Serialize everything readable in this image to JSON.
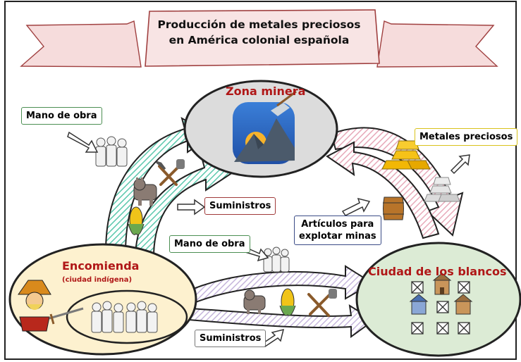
{
  "title": {
    "line1": "Producción de metales preciosos",
    "line2": "en América colonial española"
  },
  "nodes": {
    "zona_minera": "Zona minera",
    "encomienda": "Encomienda",
    "encomienda_sub": "(ciudad indígena)",
    "ciudad": "Ciudad de los blancos"
  },
  "labels": {
    "mano_obra_top": "Mano de obra",
    "mano_obra_mid": "Mano de obra",
    "suministros_top": "Suministros",
    "suministros_bottom": "Suministros",
    "metales": "Metales preciosos",
    "articulos_line1": "Artículos para",
    "articulos_line2": "explotar minas"
  },
  "colors": {
    "zona_fill": "#dcdcdc",
    "encomienda_fill": "#fdf1cf",
    "ciudad_fill": "#dcebd5",
    "node_title": "#b01717",
    "arrow_teal": "#5cc8ad",
    "arrow_pink": "#e7a9b9",
    "arrow_lilac": "#c6b6dc"
  },
  "icons": [
    "mountain-pickaxe-icon",
    "workers-icon",
    "donkey-icon",
    "corn-icon",
    "tools-icon",
    "gold-bars-icon",
    "silver-bars-icon",
    "barrel-icon",
    "conquistador-icon",
    "sword-icon",
    "church-icon",
    "house-icon"
  ]
}
